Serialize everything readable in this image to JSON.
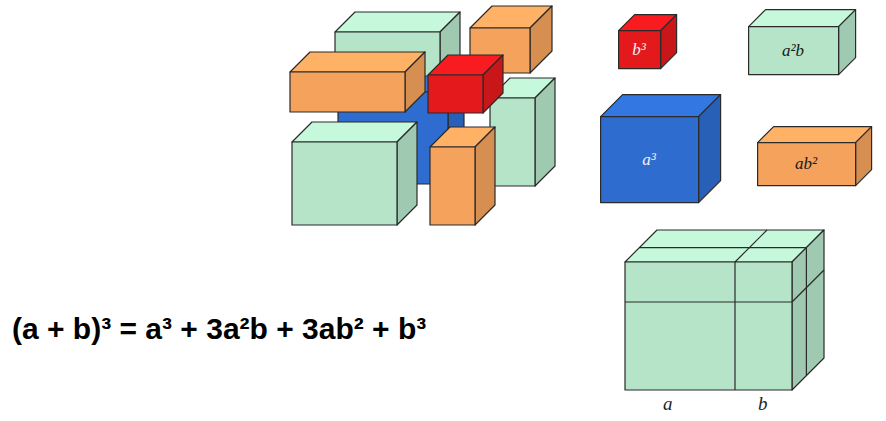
{
  "diagram": {
    "nodes": [
      {
        "text": [
          "b³"
        ]
      },
      {
        "text": [
          "a²b"
        ]
      },
      {
        "text": [
          "a³"
        ]
      },
      {
        "text": [
          "ab²"
        ]
      }
    ],
    "labels": [
      "(a + b)³ = a³ + 3a²b + 3ab² + b³",
      "a",
      "b"
    ]
  }
}
